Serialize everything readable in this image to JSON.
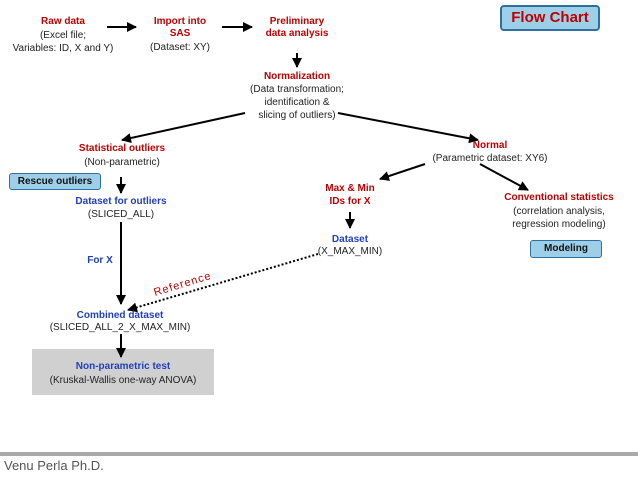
{
  "title": "Flow Chart",
  "nodes": {
    "raw_data": {
      "title": "Raw data",
      "line1": "(Excel file;",
      "line2": "Variables: ID, X and Y)"
    },
    "import_sas": {
      "title1": "Import  into",
      "title2": "SAS",
      "sub": "(Dataset: XY)"
    },
    "preliminary": {
      "title1": "Preliminary",
      "title2": "data analysis"
    },
    "normalization": {
      "title": "Normalization",
      "line1": "(Data transformation;",
      "line2": "identification &",
      "line3": "slicing of outliers)"
    },
    "statistical_outliers": {
      "title": "Statistical outliers",
      "sub": "(Non-parametric)"
    },
    "rescue_outliers": {
      "label": "Rescue outliers"
    },
    "dataset_outliers": {
      "title": "Dataset for outliers",
      "sub": "(SLICED_ALL)"
    },
    "for_x": {
      "label": "For X"
    },
    "normal": {
      "title": "Normal",
      "sub": "(Parametric dataset: XY6)"
    },
    "max_min": {
      "title1": "Max & Min",
      "title2": "IDs for X"
    },
    "dataset_xmaxmin": {
      "title": "Dataset",
      "sub": "(X_MAX_MIN)"
    },
    "conventional": {
      "title": "Conventional statistics",
      "line1": "(correlation analysis,",
      "line2": "regression modeling)"
    },
    "modeling": {
      "label": "Modeling"
    },
    "reference": {
      "label": "Reference"
    },
    "combined": {
      "title": "Combined dataset",
      "sub": "(SLICED_ALL_2_X_MAX_MIN)"
    },
    "nonparametric": {
      "title": "Non-parametric test",
      "sub": "(Kruskal-Wallis one-way ANOVA)"
    }
  },
  "footer": "Venu Perla Ph.D.",
  "colors": {
    "red": "#c00000",
    "blue": "#1f3fbf",
    "badge_fill": "#9ecfe8",
    "gray_box": "#d0d0d0",
    "footer_bar": "#aaaaaa"
  }
}
